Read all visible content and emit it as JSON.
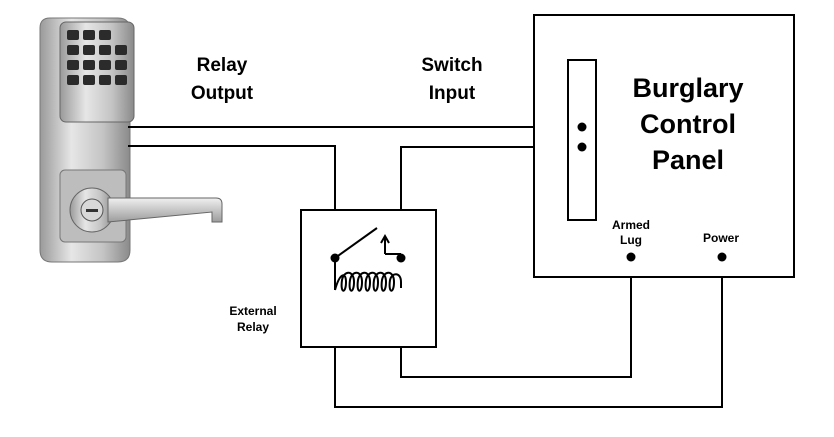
{
  "labels": {
    "relay_output": [
      "Relay",
      "Output"
    ],
    "switch_input": [
      "Switch",
      "Input"
    ],
    "panel_title": [
      "Burglary",
      "Control",
      "Panel"
    ],
    "armed_lug": [
      "Armed",
      "Lug"
    ],
    "power": "Power",
    "external_relay": [
      "External",
      "Relay"
    ]
  },
  "colors": {
    "line": "#000000",
    "lock_body": "#c8c8c8",
    "keypad": "#2b2b2b"
  },
  "icons": {
    "lock": "keypad-lever-lock-icon",
    "relay_coil": "relay-coil-icon",
    "relay_switch": "relay-switch-icon"
  }
}
